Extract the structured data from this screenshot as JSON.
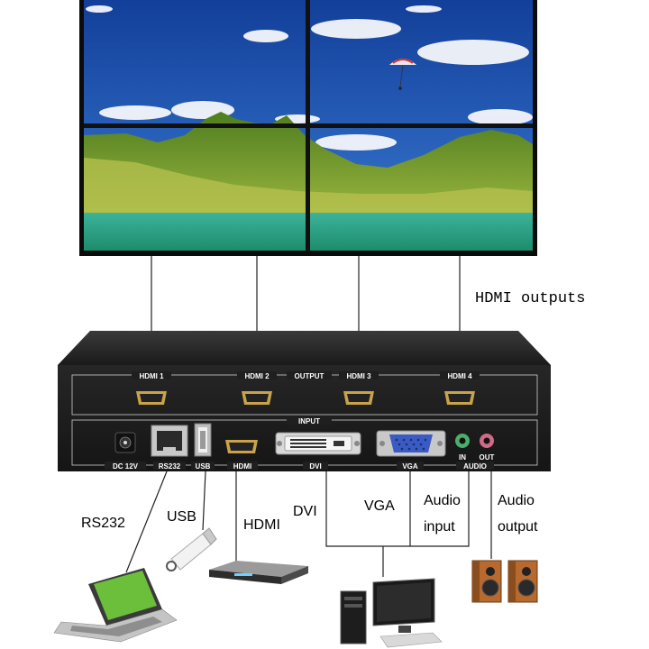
{
  "video_wall": {
    "screens": [
      "screen-top-left",
      "screen-top-right",
      "screen-bottom-left",
      "screen-bottom-right"
    ]
  },
  "annotation": {
    "hdmi_outputs": "HDMI outputs"
  },
  "device": {
    "output_group_label": "OUTPUT",
    "input_group_label": "INPUT",
    "output_ports": [
      "HDMI 1",
      "HDMI 2",
      "HDMI 3",
      "HDMI 4"
    ],
    "input_ports": {
      "dc": "DC 12V",
      "rs232": "RS232",
      "usb": "USB",
      "hdmi": "HDMI",
      "dvi": "DVI",
      "vga": "VGA",
      "audio": "AUDIO",
      "audio_in": "IN",
      "audio_out": "OUT"
    }
  },
  "connections": {
    "rs232": "RS232",
    "usb": "USB",
    "hdmi": "HDMI",
    "dvi": "DVI",
    "vga": "VGA",
    "audio_input_line1": "Audio",
    "audio_input_line2": "input",
    "audio_output_line1": "Audio",
    "audio_output_line2": "output"
  },
  "colors": {
    "sky": "#1f55b8",
    "mountain": "#6f9a2a",
    "sea": "#2ea38a",
    "device_body": "#1d1d1d",
    "port_gold": "#c9a24a",
    "vga_blue": "#3b5bc4",
    "audio_green": "#4cae6b",
    "audio_pink": "#d06a8a"
  }
}
